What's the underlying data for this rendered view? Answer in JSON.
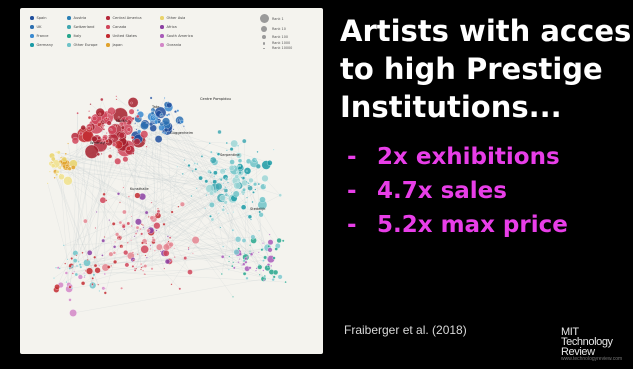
{
  "slide": {
    "title_lines": [
      "Artists with access",
      "to high Prestige",
      "Institutions..."
    ],
    "stats": [
      {
        "bullet": "-",
        "text": "2x exhibitions"
      },
      {
        "bullet": "-",
        "text": "4.7x sales"
      },
      {
        "bullet": "-",
        "text": "5.2x max price"
      }
    ],
    "citation": "Fraiberger et al. (2018)",
    "logo": {
      "line1": "MIT",
      "line2": "Technology",
      "line3": "Review",
      "tagline": "www.technologyreview.com"
    }
  },
  "figure": {
    "legend": [
      {
        "label": "Spain",
        "color": "#1f4e9c"
      },
      {
        "label": "UK",
        "color": "#2c6fb0"
      },
      {
        "label": "France",
        "color": "#3a8ad0"
      },
      {
        "label": "Germany",
        "color": "#1a9aa5"
      },
      {
        "label": "Austria",
        "color": "#2a7fb5"
      },
      {
        "label": "Switzerland",
        "color": "#3fa7b0"
      },
      {
        "label": "Italy",
        "color": "#26a68c"
      },
      {
        "label": "Other Europe",
        "color": "#6fc3c8"
      },
      {
        "label": "Central America",
        "color": "#b5283a"
      },
      {
        "label": "Canada",
        "color": "#d0455a"
      },
      {
        "label": "United States",
        "color": "#c22a30"
      },
      {
        "label": "Japan",
        "color": "#e0a22c"
      },
      {
        "label": "Other Asia",
        "color": "#e9d36a"
      },
      {
        "label": "Africa",
        "color": "#8b3fa2"
      },
      {
        "label": "South America",
        "color": "#a85ab8"
      },
      {
        "label": "Oceania",
        "color": "#d286c7"
      }
    ],
    "ranks": [
      "Rank 1",
      "Rank 10",
      "Rank 100",
      "Rank 1000",
      "Rank 10000"
    ],
    "node_labels": [
      "MoMA",
      "Tate",
      "Guggenheim",
      "Whitney",
      "Centre Pompidou",
      "Serpentine",
      "Stedelijk",
      "Kunsthalle"
    ]
  }
}
